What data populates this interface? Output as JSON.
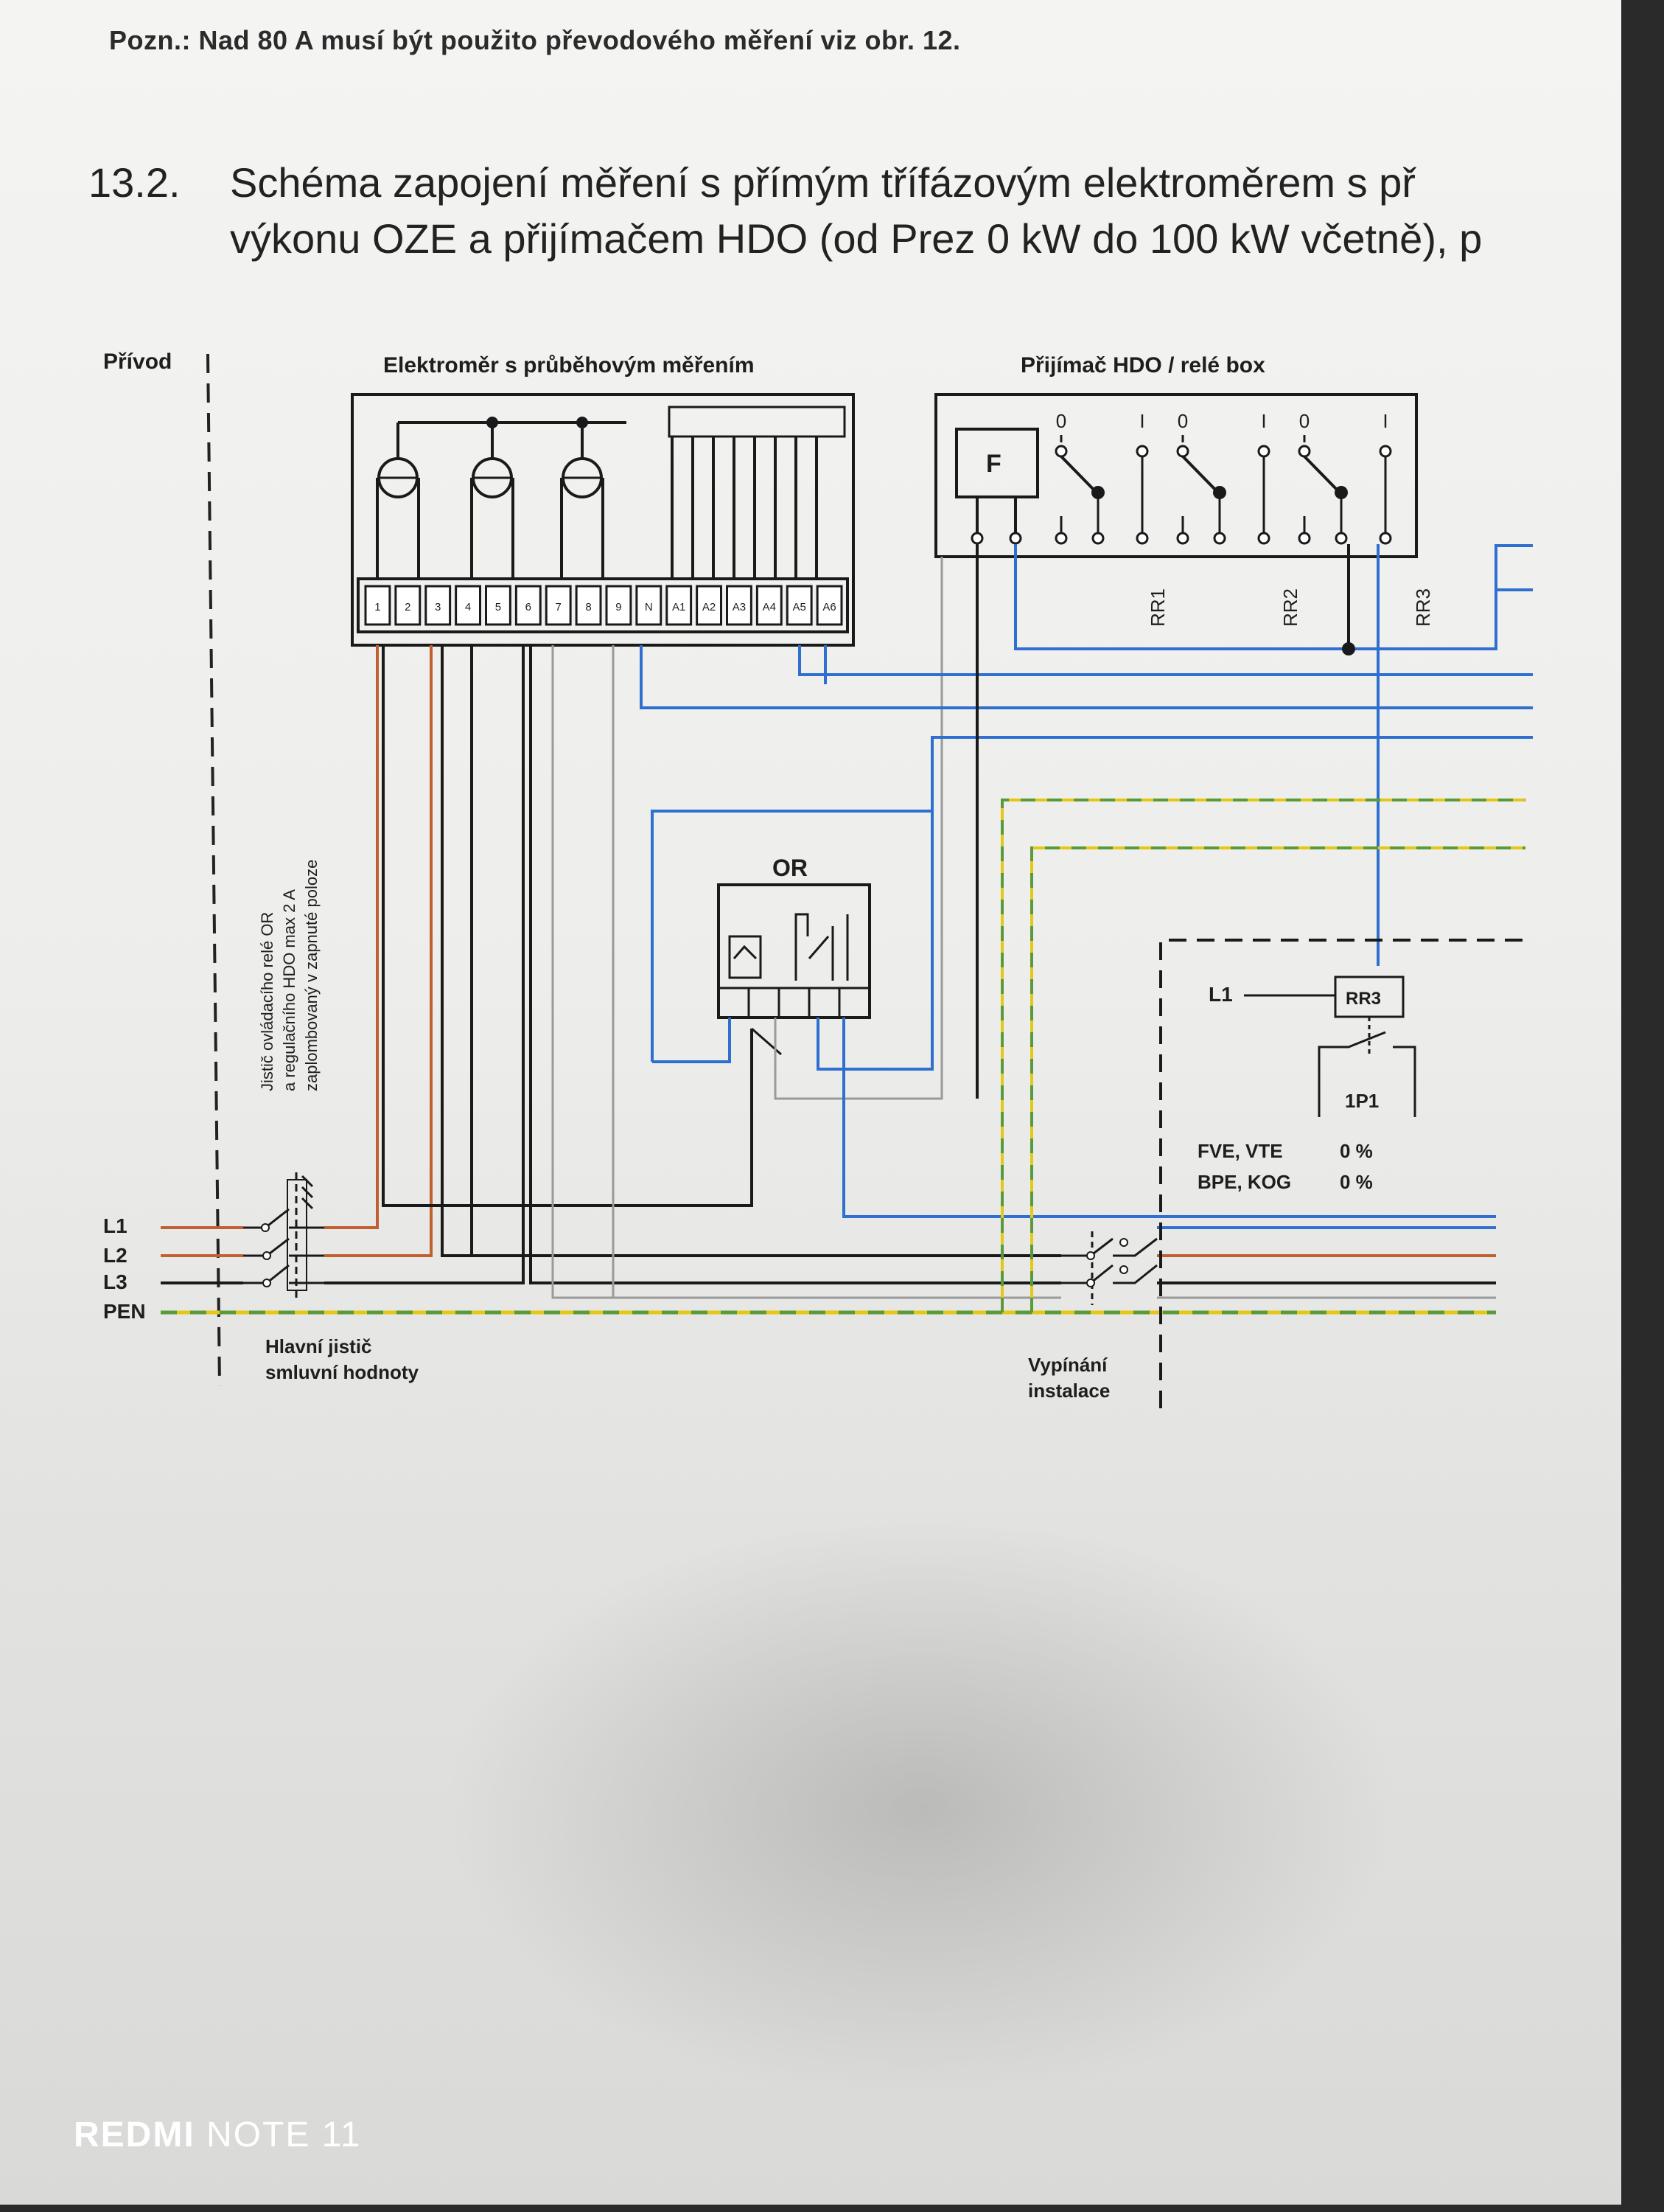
{
  "note": "Pozn.: Nad 80 A musí být použito převodového měření viz obr. 12.",
  "heading": {
    "number": "13.2.",
    "line1": "Schéma zapojení měření s přímým třífázovým elektroměrem s př",
    "line2": "výkonu OZE a přijímačem HDO (od Prez 0 kW do 100 kW včetně), p"
  },
  "diagram": {
    "privod_label": "Přívod",
    "meter_label": "Elektroměr s průběhovým měřením",
    "meter_terminals": [
      "1",
      "2",
      "3",
      "4",
      "5",
      "6",
      "7",
      "8",
      "9",
      "N",
      "A1",
      "A2",
      "A3",
      "A4",
      "A5",
      "A6"
    ],
    "hdo_label": "Přijímač HDO / relé box",
    "hdo_f_label": "F",
    "relay_labels": [
      "RR1",
      "RR2",
      "RR3"
    ],
    "switch_labels": [
      "0",
      "I",
      "0",
      "I",
      "0",
      "I"
    ],
    "or_label": "OR",
    "breaker_note_lines": [
      "Jistič ovládacího relé OR",
      "a regulačního HDO max 2 A",
      "zaplombovaný v zapnuté poloze"
    ],
    "line_labels": [
      "L1",
      "L2",
      "L3",
      "PEN"
    ],
    "main_breaker_label": [
      "Hlavní jistič",
      "smluvní hodnoty"
    ],
    "disconnect_label": [
      "Vypínání",
      "instalace"
    ],
    "rr3_l1_label": "L1",
    "rr3_box_label": "RR3",
    "fp1_label": "1P1",
    "pct_rows": [
      {
        "name": "FVE, VTE",
        "value": "0 %"
      },
      {
        "name": "BPE, KOG",
        "value": "0 %"
      }
    ]
  },
  "watermark": {
    "brand": "REDMI",
    "model": "NOTE 11"
  },
  "colors": {
    "brown": "#c0602e",
    "blue": "#2f6fd0",
    "black": "#111111",
    "grey": "#9a9a9a",
    "pen_green": "#5a9a3a",
    "pen_yellow": "#e4c818"
  }
}
